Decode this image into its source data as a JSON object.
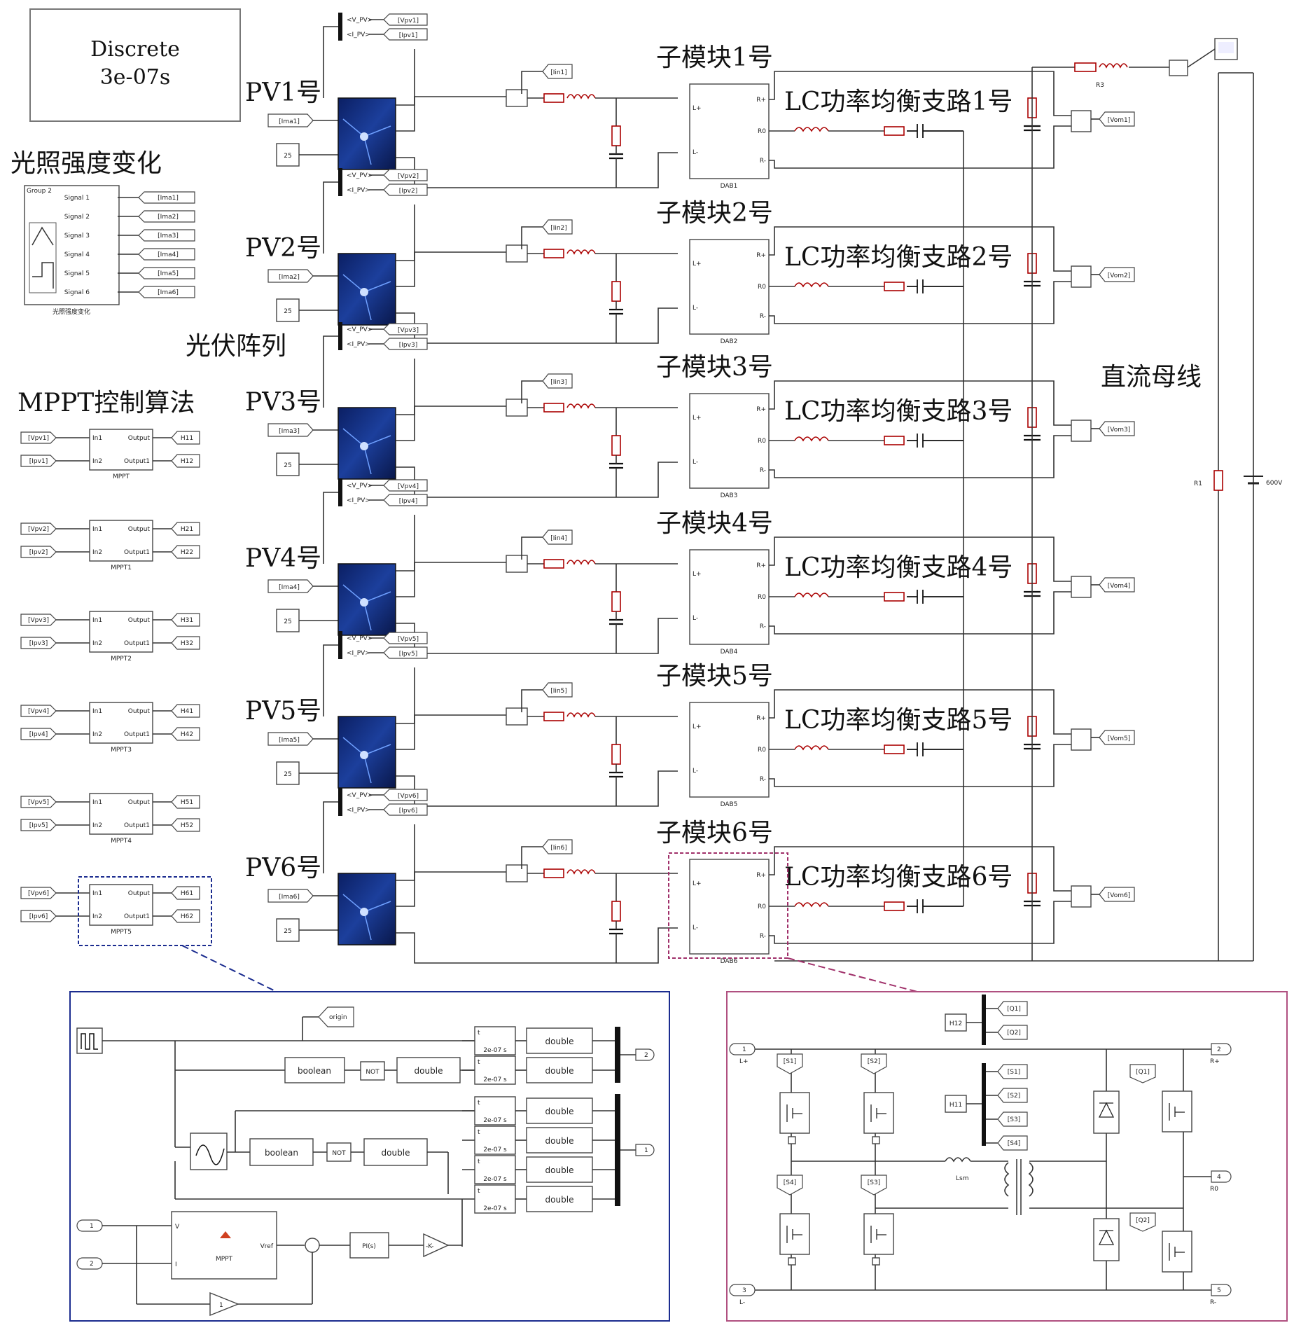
{
  "clock": {
    "line1": "Discrete",
    "line2": "3e-07s"
  },
  "labels": {
    "light_change": "光照强度变化",
    "pv_array": "光伏阵列",
    "mppt_alg": "MPPT控制算法",
    "dc_bus": "直流母线"
  },
  "signal_builder": {
    "group": "Group 2",
    "signals": [
      "Signal 1",
      "Signal 2",
      "Signal 3",
      "Signal 4",
      "Signal 5",
      "Signal 6"
    ],
    "outputs": [
      "[Ima1]",
      "[Ima2]",
      "[Ima3]",
      "[Ima4]",
      "[Ima5]",
      "[Ima6]"
    ],
    "caption": "光照强度变化"
  },
  "pv_units": [
    {
      "pv": "PV1号",
      "sub": "子模块1号",
      "lc": "LC功率均衡支路1号",
      "dab": "DAB1",
      "ima": "[Ima1]",
      "vpv": "[Vpv1]",
      "ipv": "[Ipv1]",
      "iin": "[Iin1]",
      "vom": "[Vom1]",
      "temp": "25"
    },
    {
      "pv": "PV2号",
      "sub": "子模块2号",
      "lc": "LC功率均衡支路2号",
      "dab": "DAB2",
      "ima": "[Ima2]",
      "vpv": "[Vpv2]",
      "ipv": "[Ipv2]",
      "iin": "[Iin2]",
      "vom": "[Vom2]",
      "temp": "25"
    },
    {
      "pv": "PV3号",
      "sub": "子模块3号",
      "lc": "LC功率均衡支路3号",
      "dab": "DAB3",
      "ima": "[Ima3]",
      "vpv": "[Vpv3]",
      "ipv": "[Ipv3]",
      "iin": "[Iin3]",
      "vom": "[Vom3]",
      "temp": "25"
    },
    {
      "pv": "PV4号",
      "sub": "子模块4号",
      "lc": "LC功率均衡支路4号",
      "dab": "DAB4",
      "ima": "[Ima4]",
      "vpv": "[Vpv4]",
      "ipv": "[Ipv4]",
      "iin": "[Iin4]",
      "vom": "[Vom4]",
      "temp": "25"
    },
    {
      "pv": "PV5号",
      "sub": "子模块5号",
      "lc": "LC功率均衡支路5号",
      "dab": "DAB5",
      "ima": "[Ima5]",
      "vpv": "[Vpv5]",
      "ipv": "[Ipv5]",
      "iin": "[Iin5]",
      "vom": "[Vom5]",
      "temp": "25"
    },
    {
      "pv": "PV6号",
      "sub": "子模块6号",
      "lc": "LC功率均衡支路6号",
      "dab": "DAB6",
      "ima": "[Ima6]",
      "vpv": "[Vpv6]",
      "ipv": "[Ipv6]",
      "iin": "[Iin6]",
      "vom": "[Vom6]",
      "temp": "25"
    }
  ],
  "pv_bus_signals": [
    "<V_PV>",
    "<I_PV>"
  ],
  "mppt_blocks": [
    {
      "name": "MPPT",
      "in1": "[Vpv1]",
      "in2": "[Ipv1]",
      "out1": "H11",
      "out2": "H12"
    },
    {
      "name": "MPPT1",
      "in1": "[Vpv2]",
      "in2": "[Ipv2]",
      "out1": "H21",
      "out2": "H22"
    },
    {
      "name": "MPPT2",
      "in1": "[Vpv3]",
      "in2": "[Ipv3]",
      "out1": "H31",
      "out2": "H32"
    },
    {
      "name": "MPPT3",
      "in1": "[Vpv4]",
      "in2": "[Ipv4]",
      "out1": "H41",
      "out2": "H42"
    },
    {
      "name": "MPPT4",
      "in1": "[Vpv5]",
      "in2": "[Ipv5]",
      "out1": "H51",
      "out2": "H52"
    },
    {
      "name": "MPPT5",
      "in1": "[Vpv6]",
      "in2": "[Ipv6]",
      "out1": "H61",
      "out2": "H62"
    }
  ],
  "mppt_ports": {
    "in1": "In1",
    "in2": "In2",
    "out1": "Output",
    "out2": "Output1"
  },
  "dab_ports": {
    "l_pos": "L+",
    "l_neg": "L-",
    "r_pos": "R+",
    "r0": "R0",
    "r_neg": "R-"
  },
  "bus": {
    "r3": "R3",
    "r1": "R1",
    "source": "600V"
  },
  "mppt_detail": {
    "origin": "origin",
    "boolean": "boolean",
    "not": "NOT",
    "double": "double",
    "delay": "2e-07 s",
    "gate_t": "t",
    "port1": "1",
    "port2": "2",
    "block": "MPPT",
    "vin": "V",
    "iin": "I",
    "vref": "Vref",
    "pi": "PI(s)",
    "gain": "-K-"
  },
  "dab_detail": {
    "h12": "H12",
    "h11": "H11",
    "g_top": [
      "[Q1]",
      "[Q2]"
    ],
    "s_tags": [
      "[S1]",
      "[S2]",
      "[S3]",
      "[S4]"
    ],
    "lsm": "Lsm",
    "p1": "1",
    "p2": "2",
    "p3": "3",
    "p4": "4",
    "p5": "5",
    "l_pos": "L+",
    "l_neg": "L-",
    "r_pos": "R+",
    "r0": "R0",
    "r_neg": "R-",
    "q1": "[Q1]",
    "q2": "[Q2]",
    "s1": "[S1]",
    "s2": "[S2]",
    "s3": "[S3]",
    "s4": "[S4]"
  }
}
